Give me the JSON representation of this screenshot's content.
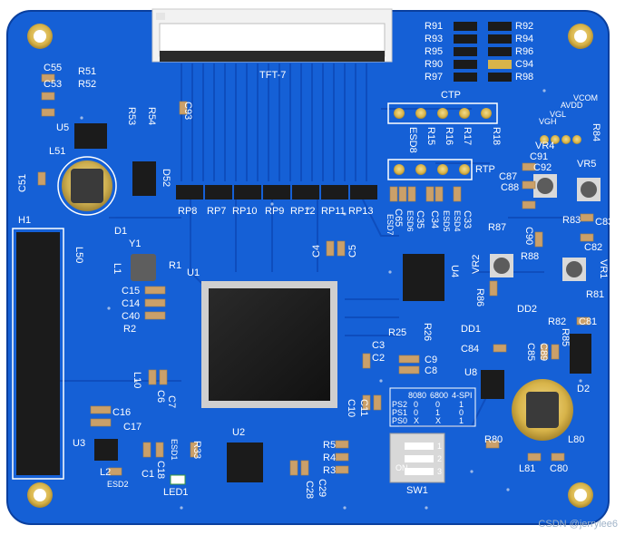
{
  "board": {
    "colors": {
      "pcb": "#1560d6",
      "pcb_dark": "#0d49ae",
      "trace": "#0f4fc0",
      "gold": "#d8b44a",
      "silk": "#ffffff",
      "chip": "#1b1b1b",
      "ceramic": "#caa06a"
    },
    "connector_label": "TFT-7",
    "ctp_label": "CTP",
    "rtp_label": "RTP",
    "header_label": "H1",
    "switch_label": "SW1",
    "watermark": "CSDN @jerrylee6",
    "switch_table": {
      "headers": [
        "8080",
        "6800",
        "4-SPI"
      ],
      "rows": [
        {
          "name": "PS2",
          "vals": [
            "0",
            "0",
            "1"
          ]
        },
        {
          "name": "PS1",
          "vals": [
            "0",
            "1",
            "0"
          ]
        },
        {
          "name": "PS0",
          "vals": [
            "X",
            "X",
            "1"
          ]
        }
      ]
    },
    "switch_marks": {
      "left": "ON",
      "nums": [
        "1",
        "2",
        "3"
      ]
    },
    "vref_labels": [
      "VGH",
      "VGL",
      "AVDD",
      "VCOM"
    ],
    "labels": {
      "R91": "R91",
      "R92": "R92",
      "R93": "R93",
      "R94": "R94",
      "R95": "R95",
      "R96": "R96",
      "R90": "R90",
      "C94": "C94",
      "R97": "R97",
      "R98": "R98",
      "C55": "C55",
      "R51": "R51",
      "C53": "C53",
      "R52": "R52",
      "U5": "U5",
      "R53": "R53",
      "R54": "R54",
      "C93": "C93",
      "L51": "L51",
      "C51": "C51",
      "D52": "D52",
      "ESD8": "ESD8",
      "R15": "R15",
      "R16": "R16",
      "R17": "R17",
      "R18": "R18",
      "R84": "R84",
      "VR4": "VR4",
      "C91": "C91",
      "C92": "C92",
      "VR5": "VR5",
      "C87": "C87",
      "C88": "C88",
      "RP8": "RP8",
      "RP7": "RP7",
      "RP10": "RP10",
      "RP9": "RP9",
      "RP12": "RP12",
      "RP11": "RP11",
      "RP13": "RP13",
      "C65": "C65",
      "ESD7": "ESD7",
      "ESD6": "ESD6",
      "C35": "C35",
      "C34": "C34",
      "ESD5": "ESD5",
      "ESD4": "ESD4",
      "C33": "C33",
      "R83": "R83",
      "C83": "C83",
      "C82": "C82",
      "C90": "C90",
      "R87": "R87",
      "VR2": "VR2",
      "R88": "R88",
      "VR1": "VR1",
      "H1": "H1",
      "D1": "D1",
      "L50": "L50",
      "Y1": "Y1",
      "L1": "L1",
      "R1": "R1",
      "U1": "U1",
      "C4": "C4",
      "C5": "C5",
      "U4": "U4",
      "C15": "C15",
      "C14": "C14",
      "C40": "C40",
      "R2": "R2",
      "R86": "R86",
      "R81": "R81",
      "DD1": "DD1",
      "DD2": "DD2",
      "R82": "R82",
      "C81": "C81",
      "R85": "R85",
      "R25": "R25",
      "R26": "R26",
      "C3": "C3",
      "C2": "C2",
      "C9": "C9",
      "C8": "C8",
      "C84": "C84",
      "C85": "C85",
      "C89": "C89",
      "U8": "U8",
      "D2": "D2",
      "L10": "L10",
      "C6": "C6",
      "C7": "C7",
      "C11": "C11",
      "C10": "C10",
      "C16": "C16",
      "C17": "C17",
      "U3": "U3",
      "U2": "U2",
      "R33": "R33",
      "ESD1": "ESD1",
      "C18": "C18",
      "C1": "C1",
      "L2": "L2",
      "ESD2": "ESD2",
      "LED1": "LED1",
      "R5": "R5",
      "R4": "R4",
      "R3": "R3",
      "C28": "C28",
      "C29": "C29",
      "R80": "R80",
      "L80": "L80",
      "L81": "L81",
      "C80": "C80"
    }
  }
}
